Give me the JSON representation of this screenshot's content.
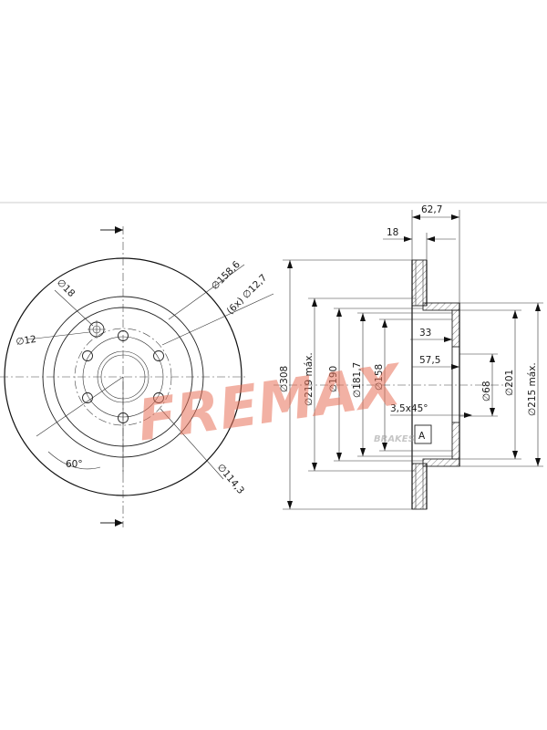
{
  "front_view": {
    "d_outer": "∅158,6",
    "holes": "(6x) ∅12,7",
    "d_hole_small": "∅12",
    "d_hole_18": "∅18",
    "pcd": "∅114,3",
    "angle": "60°"
  },
  "side_view": {
    "width_total": "62,7",
    "thickness": "18",
    "d308": "∅308",
    "d219": "∅219 máx.",
    "d190": "∅190",
    "d181": "∅181,7",
    "d158": "∅158",
    "depth33": "33",
    "depth57": "57,5",
    "d68": "∅68",
    "d201": "∅201",
    "d215": "∅215 máx.",
    "chamfer": "3,5x45°",
    "datum": "A"
  },
  "watermark": {
    "brand": "FREMAX",
    "sub": "BRAKES",
    "color": "#e8735a"
  }
}
